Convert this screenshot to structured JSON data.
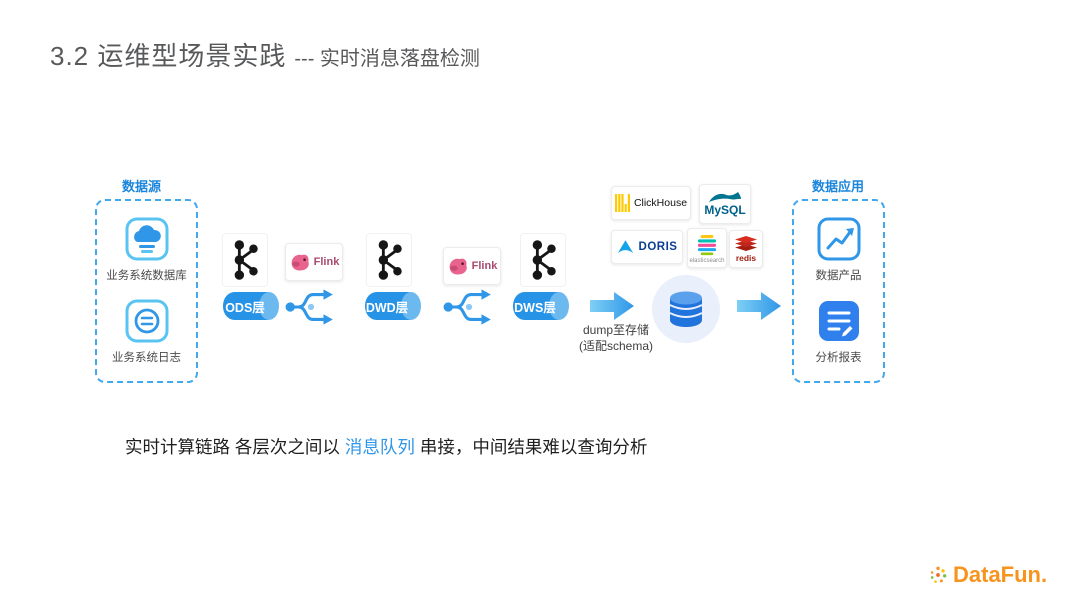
{
  "title": {
    "main": "3.2 运维型场景实践",
    "sub": "--- 实时消息落盘检测"
  },
  "colors": {
    "accent_blue": "#2f96e8",
    "dashed_border_blue": "#41a8ec",
    "box_label_blue": "#1c86dc",
    "title_gray": "#58595b",
    "pill_blue": "#2793e6",
    "datafun_orange": "#f7941e"
  },
  "source_box": {
    "label": "数据源",
    "items": [
      {
        "label": "业务系统数据库",
        "icon": "cloud-database-icon"
      },
      {
        "label": "业务系统日志",
        "icon": "system-log-icon"
      }
    ]
  },
  "pipeline": {
    "kafka_icon": "kafka-icon",
    "flink_label": "Flink",
    "stream_icon": "data-stream-icon",
    "layers": [
      {
        "label": "ODS层"
      },
      {
        "label": "DWD层"
      },
      {
        "label": "DWS层"
      }
    ],
    "dump_caption_line1": "dump至存储",
    "dump_caption_line2": "(适配schema)",
    "storage_hub_icon": "database-cylinder-icon",
    "arrow_icon": "flow-arrow-icon"
  },
  "storage": {
    "clickhouse_label": "ClickHouse",
    "mysql_label": "MySQL",
    "doris_label": "DORIS",
    "elasticsearch_label": "elasticsearch",
    "redis_label": "redis"
  },
  "app_box": {
    "label": "数据应用",
    "items": [
      {
        "label": "数据产品",
        "icon": "data-product-icon"
      },
      {
        "label": "分析报表",
        "icon": "report-icon"
      }
    ]
  },
  "footer": {
    "prefix": "实时计算链路 各层次之间以",
    "highlight": "消息队列",
    "suffix": "串接，中间结果难以查询分析"
  },
  "brand": {
    "name": "DataFun.",
    "icon": "datafun-starburst-icon"
  }
}
